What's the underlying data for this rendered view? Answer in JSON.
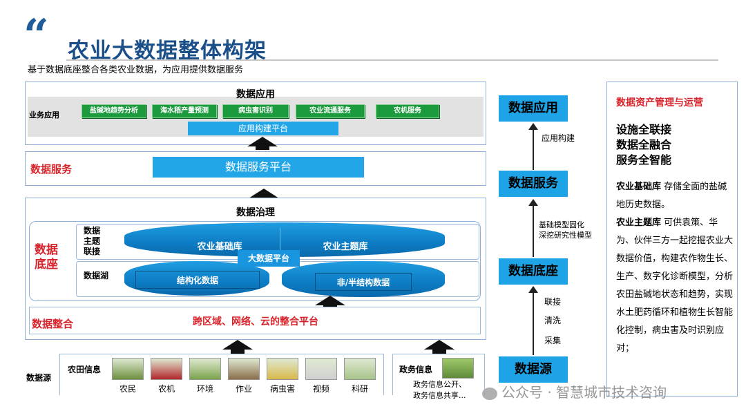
{
  "header": {
    "title": "农业大数据整体构架",
    "subtitle": "基于数据底座整合各类农业数据，为应用提供数据服务"
  },
  "app_layer": {
    "title": "数据应用",
    "row_label": "业务应用",
    "apps": [
      "盐碱地趋势分析",
      "海水稻产量预测",
      "病虫害识别",
      "农业流通服务",
      "农机服务"
    ],
    "platform": "应用构建平台"
  },
  "service_layer": {
    "label": "数据服务",
    "platform": "数据服务平台"
  },
  "governance": {
    "title": "数据治理",
    "base_label": "数据\n底座",
    "integration_label": "数据整合",
    "row1_label": "数据\n主题\n联接",
    "row2_label": "数据湖",
    "lib1": "农业基础库",
    "lib2": "农业主题库",
    "big_platform": "大数据平台",
    "structured": "结构化数据",
    "unstructured": "非/半结构数据",
    "integration_text": "跨区域、网络、云的整合平台"
  },
  "sources": {
    "label": "数据源",
    "farm_title": "农田信息",
    "farm_items": [
      {
        "label": "农民",
        "icon": "farmers-photo",
        "color": "#6d8f3e"
      },
      {
        "label": "农机",
        "icon": "tractor-photo",
        "color": "#b3262b"
      },
      {
        "label": "环境",
        "icon": "field-photo",
        "color": "#7aa34a"
      },
      {
        "label": "作业",
        "icon": "farming-photo",
        "color": "#8a6d4a"
      },
      {
        "label": "病虫害",
        "icon": "insect-lamp-photo",
        "color": "#d8b84a"
      },
      {
        "label": "视频",
        "icon": "camera-photo",
        "color": "#d0d0d0"
      },
      {
        "label": "科研",
        "icon": "researcher-photo",
        "color": "#a7c48a"
      }
    ],
    "gov_title": "政务信息",
    "gov_lines": [
      "政务信息公开、",
      "政务信息共享..."
    ]
  },
  "right_flow": {
    "nodes": [
      "数据应用",
      "数据服务",
      "数据底座",
      "数据源"
    ],
    "arrow1_label": "应用构建",
    "arrow2_label": "基础模型固化\n深挖研究性模型",
    "arrow3_labels": [
      "联接",
      "清洗",
      "采集"
    ]
  },
  "asset_panel": {
    "title": "数据资产管理与运营",
    "points": [
      "设施全联接",
      "数据全融合",
      "服务全智能"
    ],
    "desc1_bold": "农业基础库",
    "desc1_text": " 存储全面的盐碱地历史数据。",
    "desc2_bold": "农业主题库",
    "desc2_text": " 可供袁策、华为、伙伴三方一起挖掘农业大数据价值，构建农作物生长、生产、数字化诊断模型，分析农田盐碱地状态和趋势，实现水土肥药循环和植物生长智能化控制，病虫害及时识别应对；"
  },
  "watermark": "公众号 · 智慧城市技术咨询",
  "colors": {
    "title_blue": "#1a4f8a",
    "red": "#d9232b",
    "green": "#1c9a3e",
    "light_blue": "#23a6e8"
  }
}
